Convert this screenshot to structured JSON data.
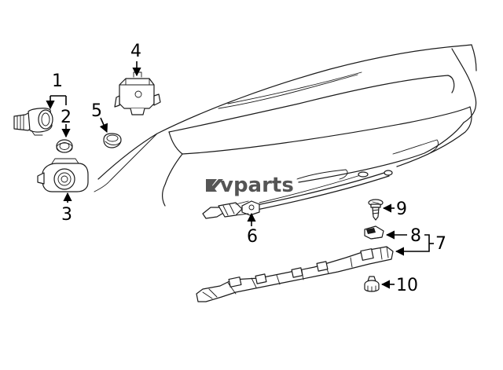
{
  "watermark": {
    "brand_text": "vparts",
    "color": "#555555"
  },
  "callouts": [
    {
      "id": "1",
      "label": "1"
    },
    {
      "id": "2",
      "label": "2"
    },
    {
      "id": "3",
      "label": "3"
    },
    {
      "id": "4",
      "label": "4"
    },
    {
      "id": "5",
      "label": "5"
    },
    {
      "id": "6",
      "label": "6"
    },
    {
      "id": "7",
      "label": "7"
    },
    {
      "id": "8",
      "label": "8"
    },
    {
      "id": "9",
      "label": "9"
    },
    {
      "id": "10",
      "label": "10"
    }
  ],
  "colors": {
    "line": "#1a1a1a",
    "background": "#ffffff"
  }
}
